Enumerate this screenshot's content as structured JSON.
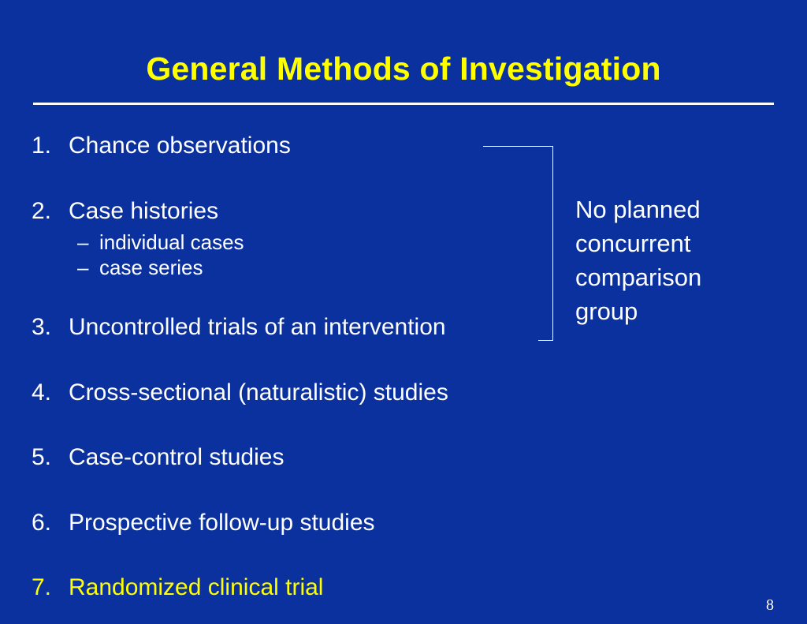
{
  "slide": {
    "title": "General Methods of Investigation",
    "page_number": "8",
    "colors": {
      "background": "#0a319d",
      "title": "#ffff00",
      "text": "#ffffff",
      "highlight": "#ffff00"
    }
  },
  "items": [
    {
      "number": "1.",
      "label": "Chance observations"
    },
    {
      "number": "2.",
      "label": "Case histories",
      "subitems": [
        {
          "dash": "–",
          "label": "individual cases"
        },
        {
          "dash": "–",
          "label": "case series"
        }
      ]
    },
    {
      "number": "3.",
      "label": "Uncontrolled trials of an intervention"
    },
    {
      "number": "4.",
      "label": "Cross-sectional (naturalistic) studies"
    },
    {
      "number": "5.",
      "label": "Case-control studies"
    },
    {
      "number": "6.",
      "label": "Prospective follow-up studies"
    },
    {
      "number": "7.",
      "label": "Randomized clinical trial",
      "highlighted": true
    }
  ],
  "bracket_note": {
    "lines": [
      "No planned",
      "concurrent",
      "comparison",
      "group"
    ]
  }
}
